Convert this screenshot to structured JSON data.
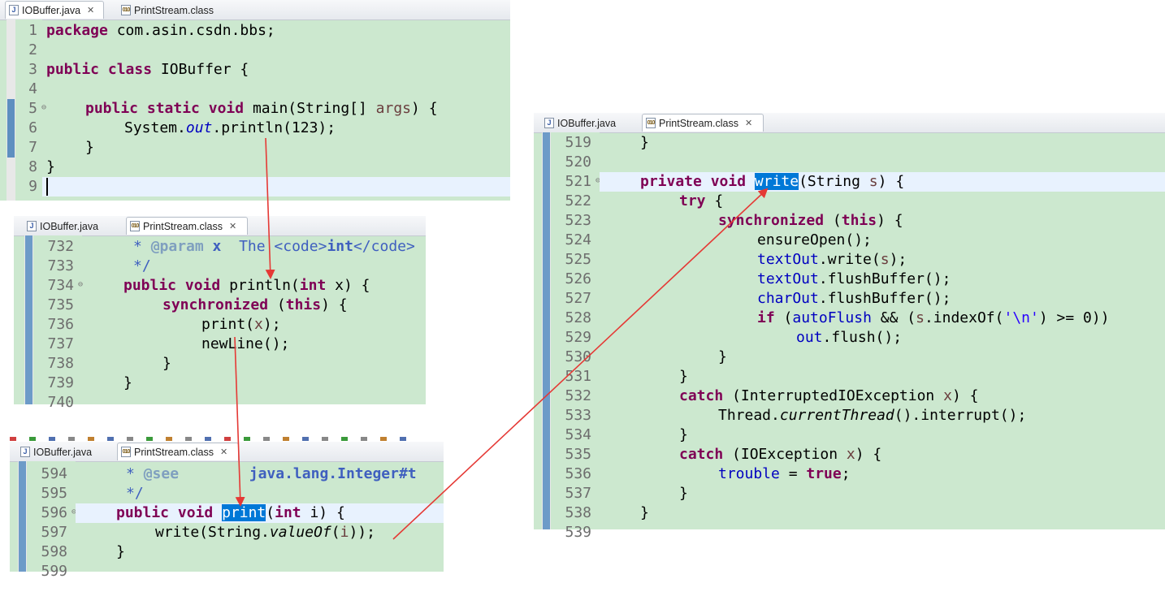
{
  "tabs": {
    "iobuffer": "IOBuffer.java",
    "printstream": "PrintStream.class",
    "java_icon": "J",
    "class_icon": "010",
    "close_glyph": "✕"
  },
  "panel1": {
    "line_numbers": [
      "1",
      "2",
      "3",
      "4",
      "5",
      "6",
      "7",
      "8",
      "9"
    ],
    "t": {
      "package_kw": "package",
      "package_name": " com.asin.csdn.bbs;",
      "public": "public",
      "class": "class",
      "class_name": " IOBuffer {",
      "public2": "public",
      "static": "static",
      "void": "void",
      "main_sig": " main(String[] ",
      "args": "args",
      "main_end": ") {",
      "system": "System.",
      "out": "out",
      "println_call": ".println(123);",
      "close_inner": "}",
      "close_outer": "}"
    }
  },
  "panel2": {
    "line_numbers": [
      "732",
      "733",
      "734",
      "735",
      "736",
      "737",
      "738",
      "739",
      "740"
    ],
    "t": {
      "jd_star": "* ",
      "jd_param": "@param",
      "jd_x": " x  ",
      "jd_text": "The <code>",
      "jd_int": "int",
      "jd_text2": "</code>",
      "jd_close": "*/",
      "public": "public",
      "void": "void",
      "println_sig": " println(",
      "int": "int",
      "x_sig": " x) {",
      "synchronized": "synchronized",
      "open_paren": " (",
      "this": "this",
      "sync_end": ") {",
      "print_open": "print(",
      "x": "x",
      "print_close": ");",
      "newline": "newLine();",
      "close_sync": "}",
      "close_method": "}"
    }
  },
  "panel3": {
    "line_numbers": [
      "594",
      "595",
      "596",
      "597",
      "598",
      "599"
    ],
    "t": {
      "jd_star": "* ",
      "jd_see": "@see",
      "jd_ref": "        java.lang.Integer#t",
      "jd_close": "*/",
      "public": "public",
      "void": "void",
      "print": "print",
      "open_paren": "(",
      "int": "int",
      "i_sig": " i) {",
      "write_open": "write(String.",
      "valueof": "valueOf",
      "paren": "(",
      "i": "i",
      "write_close": "));",
      "close_method": "}"
    }
  },
  "panel4": {
    "line_numbers": [
      "519",
      "520",
      "521",
      "522",
      "523",
      "524",
      "525",
      "526",
      "527",
      "528",
      "529",
      "530",
      "531",
      "532",
      "533",
      "534",
      "535",
      "536",
      "537",
      "538",
      "539"
    ],
    "t": {
      "close_519": "}",
      "private": "private",
      "void": "void",
      "write": "write",
      "write_sig": "(String ",
      "s": "s",
      "sig_end": ") {",
      "try": "try",
      "try_brace": " {",
      "synchronized": "synchronized",
      "open_paren": " (",
      "this": "this",
      "sync_end": ") {",
      "ensure": "ensureOpen();",
      "textout": "textOut",
      "write_call": ".write(",
      "s2": "s",
      "write_end": ");",
      "textout2": "textOut",
      "flush_buf": ".flushBuffer();",
      "charout": "charOut",
      "flush_buf2": ".flushBuffer();",
      "if": "if",
      "if_open": " (",
      "autoflush": "autoFlush",
      "and_open": " && (",
      "s3": "s",
      "indexof": ".indexOf(",
      "nl_char": "'\\n'",
      "cmp": ") >= 0))",
      "out": "out",
      "flush": ".flush();",
      "close_530": "}",
      "close_531": "}",
      "catch": "catch",
      "catch_open": " (InterruptedIOException ",
      "x": "x",
      "catch_end": ") {",
      "thread": "Thread.",
      "current": "currentThread",
      "interrupt": "().interrupt();",
      "close_534": "}",
      "catch2": "catch",
      "catch2_open": " (IOException ",
      "x2": "x",
      "catch2_end": ") {",
      "trouble": "trouble",
      "assign": " = ",
      "true": "true",
      "semi": ";",
      "close_537": "}",
      "close_538": "}"
    }
  },
  "colors": {
    "editor_bg": "#cce8cf",
    "keyword": "#7f0055",
    "field": "#0000c0",
    "parameter": "#6a3e3e",
    "string": "#2a00ff",
    "javadoc_tag": "#7f9fbf",
    "javadoc_text": "#3f5fbf",
    "selection": "#0078d7",
    "arrow": "#e53935"
  }
}
